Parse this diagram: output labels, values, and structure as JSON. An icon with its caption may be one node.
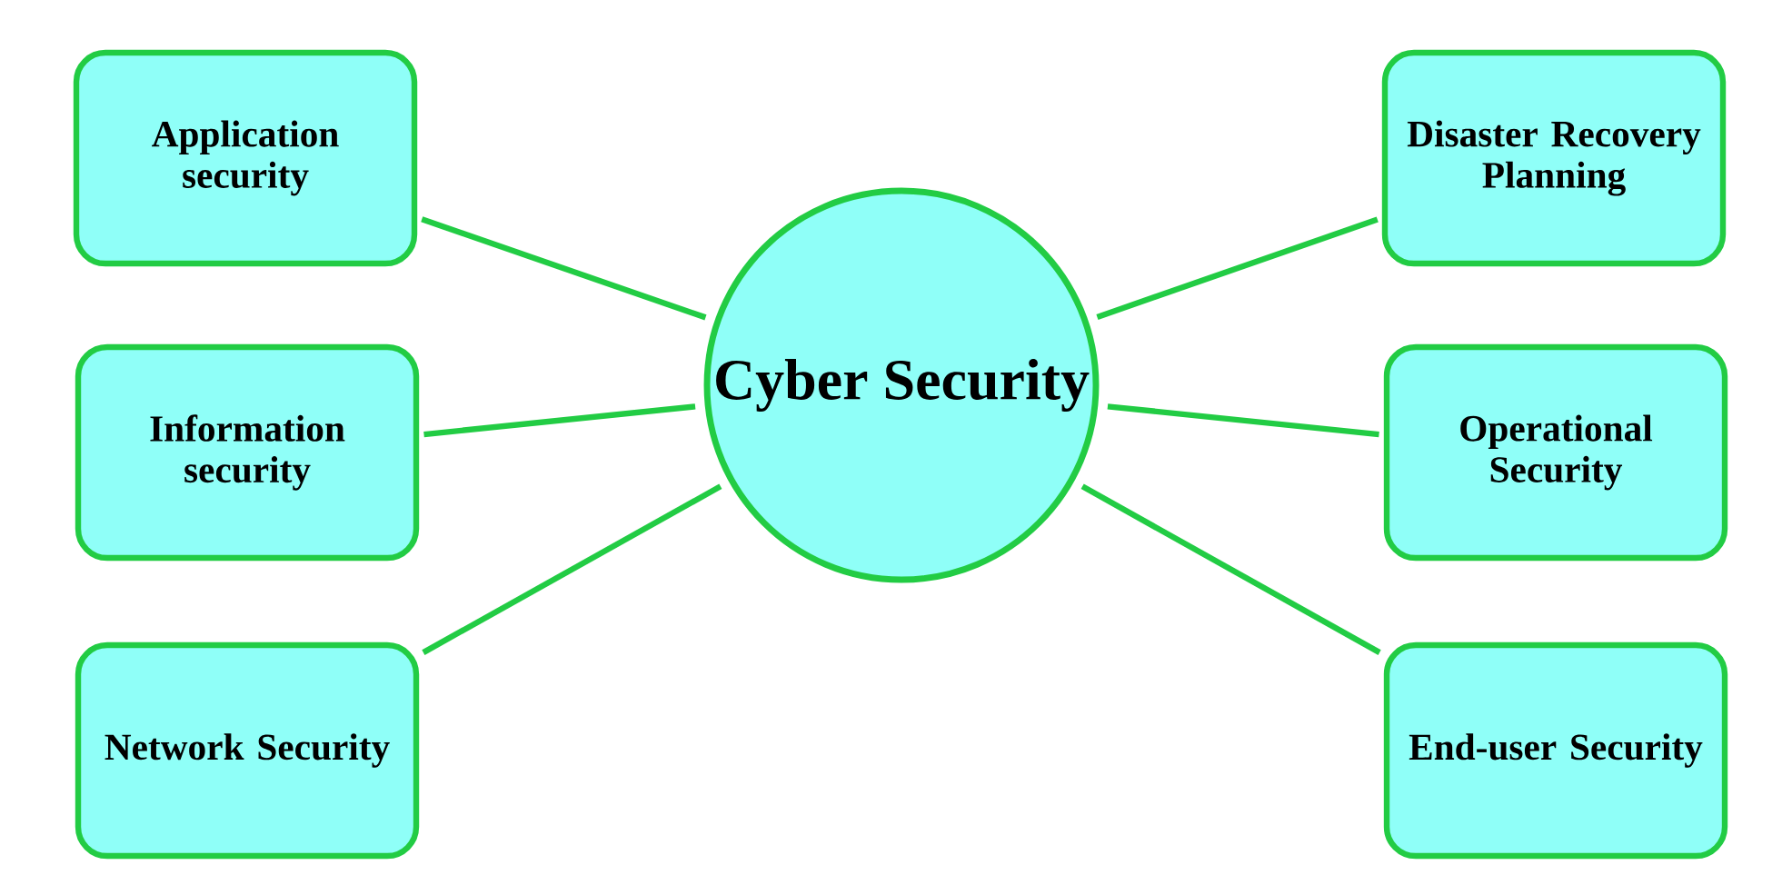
{
  "diagram": {
    "nodes": [
      {
        "text": [
          "Cyber Security"
        ]
      },
      {
        "text": [
          "Application security"
        ]
      },
      {
        "text": [
          "Information security"
        ]
      },
      {
        "text": [
          "Network Security"
        ]
      },
      {
        "text": [
          "Disaster Recovery Planning"
        ]
      },
      {
        "text": [
          "Operational Security"
        ]
      },
      {
        "text": [
          "End-user Security"
        ]
      }
    ],
    "edges": [
      {
        "from": 0,
        "to": 1,
        "arrow": "none"
      },
      {
        "from": 0,
        "to": 2,
        "arrow": "none"
      },
      {
        "from": 0,
        "to": 3,
        "arrow": "none"
      },
      {
        "from": 0,
        "to": 4,
        "arrow": "none"
      },
      {
        "from": 0,
        "to": 5,
        "arrow": "none"
      },
      {
        "from": 0,
        "to": 6,
        "arrow": "none"
      }
    ]
  }
}
